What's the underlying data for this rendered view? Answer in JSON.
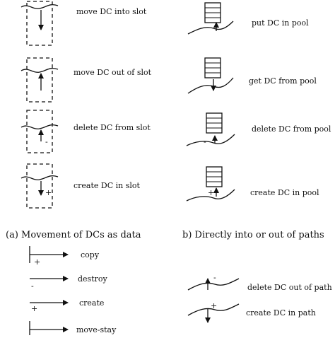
{
  "slot_section": {
    "caption": "(a) Movement of DCs as data",
    "items": [
      {
        "label": "move DC into slot"
      },
      {
        "label": "move DC out of slot"
      },
      {
        "label": "delete DC from slot",
        "sign": "-"
      },
      {
        "label": "create DC in slot",
        "sign": "+"
      }
    ]
  },
  "pool_section": {
    "caption": "b) Directly into or out of paths",
    "items": [
      {
        "label": "put DC in pool"
      },
      {
        "label": "get DC from pool"
      },
      {
        "label": "delete DC from pool",
        "sign": "-"
      },
      {
        "label": "create DC in pool",
        "sign": "+"
      }
    ]
  },
  "arrow_legend": {
    "items": [
      {
        "label": "copy",
        "sign": "+"
      },
      {
        "label": "destroy",
        "sign": "-"
      },
      {
        "label": "create",
        "sign": "+"
      },
      {
        "label": "move-stay",
        "sign": ""
      }
    ]
  },
  "path_section": {
    "items": [
      {
        "label": "delete DC out of path",
        "sign": "-"
      },
      {
        "label": "create DC in path",
        "sign": "+"
      }
    ]
  }
}
